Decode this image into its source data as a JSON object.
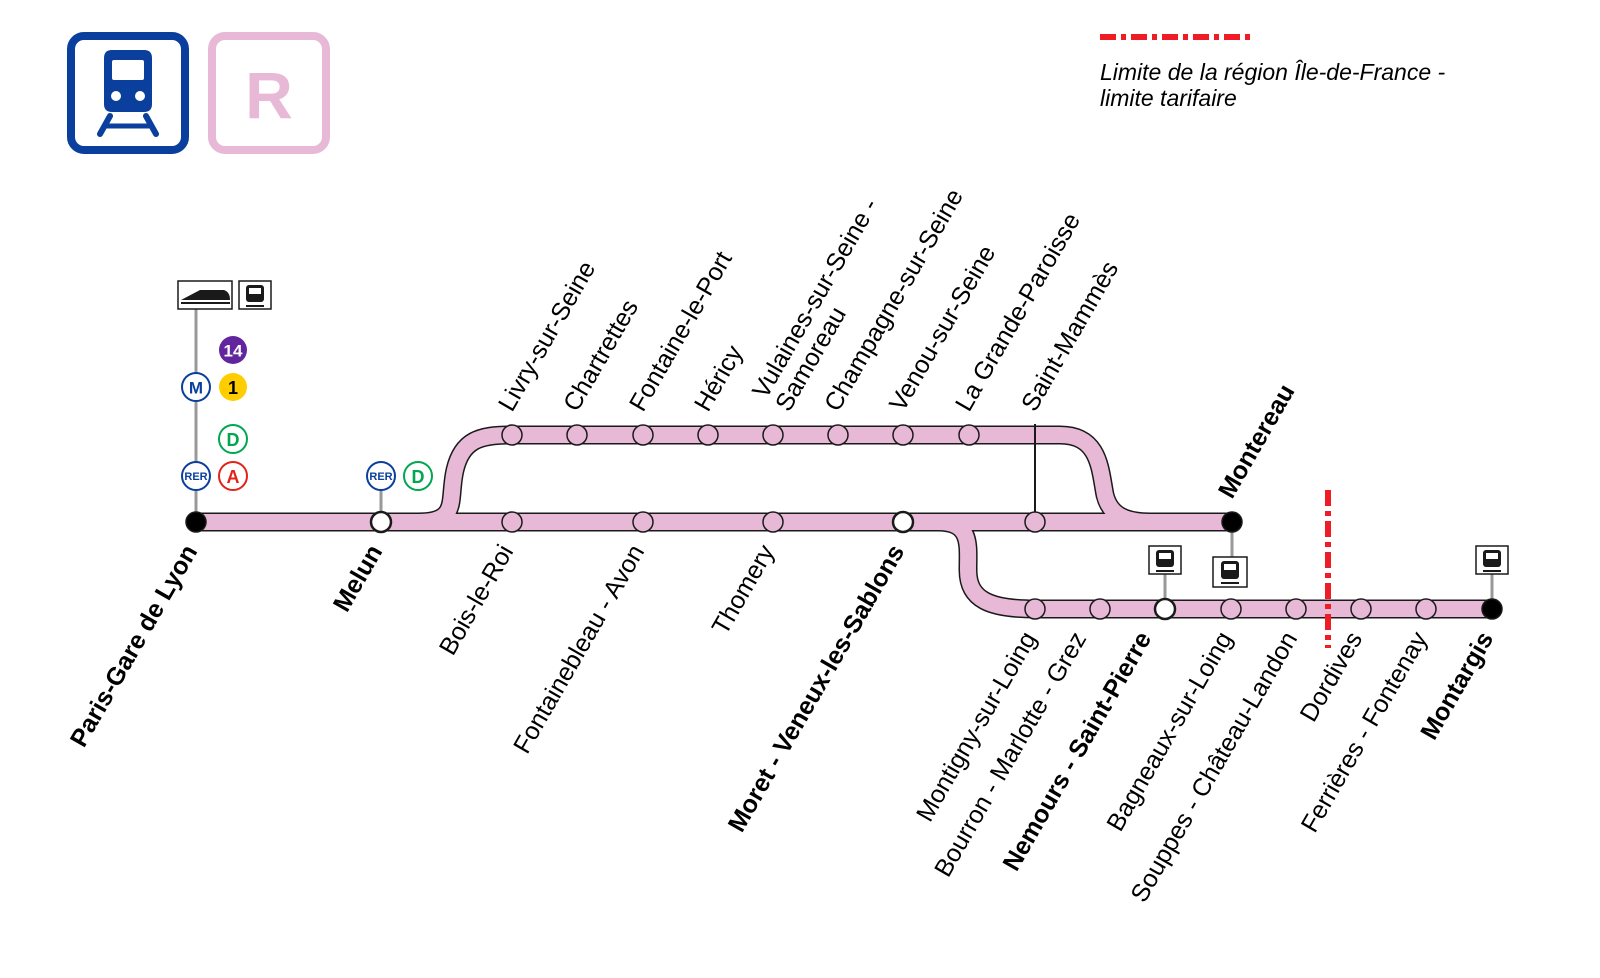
{
  "header": {
    "mode_icon": "train-icon",
    "line_letter": "R"
  },
  "legend": {
    "line1": "Limite de la région Île-de-France -",
    "line2": "limite tarifaire",
    "color": "#ee1c25"
  },
  "colors": {
    "line": "#e7b9d6",
    "line_dark": "#1a1a1a",
    "mode_blue": "#0a3f9e",
    "rer_a": "#e2231a",
    "rer_d": "#00a650",
    "metro_1": "#ffcd00",
    "metro_14": "#62259d",
    "limit": "#ee1c25"
  },
  "connections": {
    "metro_14": "14",
    "metro_1": "1",
    "metro_label": "M",
    "rer_label": "RER",
    "rer_a": "A",
    "rer_d": "D",
    "tgv_icon": "tgv-icon",
    "train_icon": "regional-train-icon"
  },
  "stations": {
    "paris": "Paris-Gare de Lyon",
    "melun": "Melun",
    "bois_le_roi": "Bois-le-Roi",
    "fontainebleau": "Fontainebleau - Avon",
    "thomery": "Thomery",
    "moret": "Moret - Veneux-les-Sablons",
    "montereau": "Montereau",
    "livry": "Livry-sur-Seine",
    "chartrettes": "Chartrettes",
    "fontaine_le_port": "Fontaine-le-Port",
    "hericy": "Héricy",
    "vulaines_1": "Vulaines-sur-Seine -",
    "vulaines_2": "Samoreau",
    "champagne": "Champagne-sur-Seine",
    "venou": "Venou-sur-Seine",
    "grande_paroisse": "La Grande-Paroisse",
    "saint_mammes": "Saint-Mammès",
    "montigny": "Montigny-sur-Loing",
    "bourron": "Bourron - Marlotte - Grez",
    "nemours": "Nemours - Saint-Pierre",
    "bagneaux": "Bagneaux-sur-Loing",
    "souppes": "Souppes - Château-Landon",
    "dordives": "Dordives",
    "ferrieres": "Ferrières - Fontenay",
    "montargis": "Montargis"
  }
}
